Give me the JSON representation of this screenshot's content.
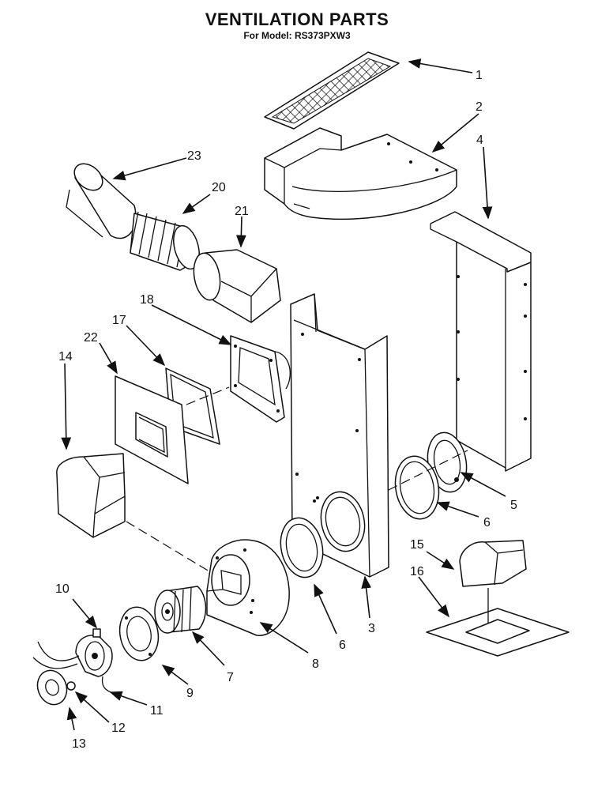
{
  "header": {
    "title": "VENTILATION PARTS",
    "subtitle": "For Model: RS373PXW3"
  },
  "callouts": [
    "1",
    "2",
    "4",
    "23",
    "20",
    "21",
    "18",
    "17",
    "22",
    "14",
    "5",
    "6",
    "15",
    "16",
    "10",
    "9",
    "7",
    "8",
    "6",
    "3",
    "11",
    "12",
    "13"
  ]
}
